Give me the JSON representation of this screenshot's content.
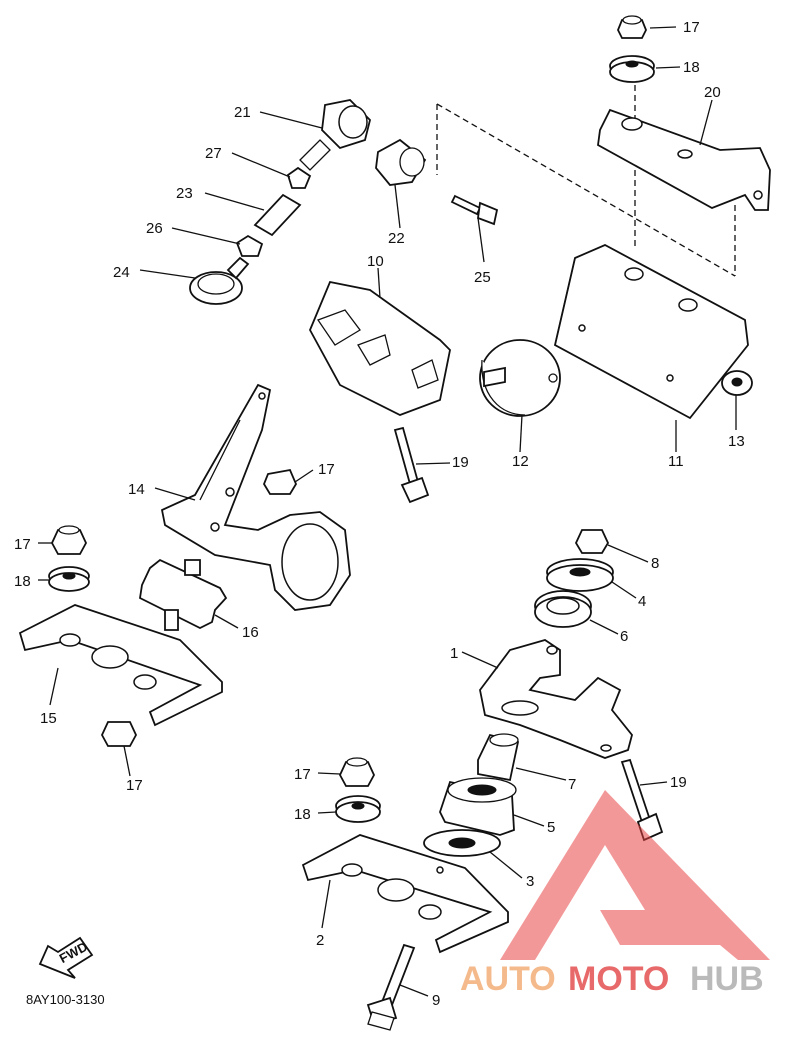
{
  "diagram": {
    "code": "8AY100-3130",
    "fwd_label": "FWD",
    "part_numbers": [
      "1",
      "2",
      "3",
      "4",
      "5",
      "6",
      "7",
      "8",
      "9",
      "10",
      "11",
      "12",
      "13",
      "14",
      "15",
      "16",
      "17",
      "18",
      "19",
      "20",
      "21",
      "22",
      "23",
      "24",
      "25",
      "26",
      "27"
    ],
    "labels": {
      "p1": "1",
      "p2": "2",
      "p3": "3",
      "p4": "4",
      "p5": "5",
      "p6": "6",
      "p7": "7",
      "p8": "8",
      "p9": "9",
      "p10": "10",
      "p11": "11",
      "p12": "12",
      "p13": "13",
      "p14": "14",
      "p15": "15",
      "p16": "16",
      "p17a": "17",
      "p17b": "17",
      "p17c": "17",
      "p17d": "17",
      "p17e": "17",
      "p18a": "18",
      "p18b": "18",
      "p18c": "18",
      "p19a": "19",
      "p19b": "19",
      "p20": "20",
      "p21": "21",
      "p22": "22",
      "p23": "23",
      "p24": "24",
      "p25": "25",
      "p26": "26",
      "p27": "27"
    }
  },
  "watermark": {
    "part1": "AUTO",
    "part2": "MOTO",
    "part3": "HUB",
    "color1": "#f0a060",
    "color2": "#e03030",
    "color3": "#a0a0a0",
    "triangle_color": "#e84040"
  }
}
